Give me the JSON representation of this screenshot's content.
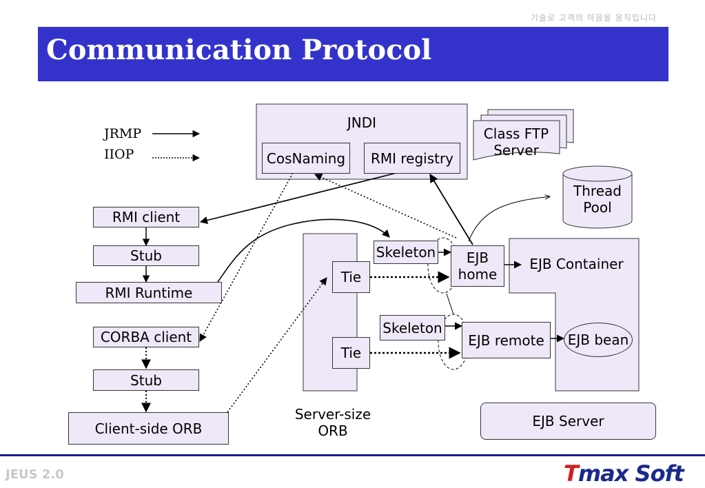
{
  "tagline": "기술로 고객의 마음을 움직입니다",
  "title": "Communication Protocol",
  "legend": {
    "jrmp": "JRMP",
    "iiop": "IIOP"
  },
  "jndi": {
    "title": "JNDI",
    "cosnaming": "CosNaming",
    "rmi_registry": "RMI registry"
  },
  "class_ftp_server": "Class FTP Server",
  "thread_pool": "Thread Pool",
  "client": {
    "rmi_client": "RMI client",
    "stub1": "Stub",
    "rmi_runtime": "RMI Runtime",
    "corba_client": "CORBA client",
    "stub2": "Stub",
    "client_orb": "Client-side ORB"
  },
  "server_orb": {
    "tie1": "Tie",
    "tie2": "Tie",
    "label": "Server-size ORB"
  },
  "ejb": {
    "skeleton1": "Skeleton",
    "skeleton2": "Skeleton",
    "ejb_home": "EJB home",
    "ejb_remote": "EJB remote",
    "ejb_container": "EJB Container",
    "ejb_bean": "EJB bean",
    "ejb_server": "EJB Server"
  },
  "footer": {
    "product": "JEUS 2.0",
    "brand_t": "T",
    "brand_rest": "max Soft"
  }
}
